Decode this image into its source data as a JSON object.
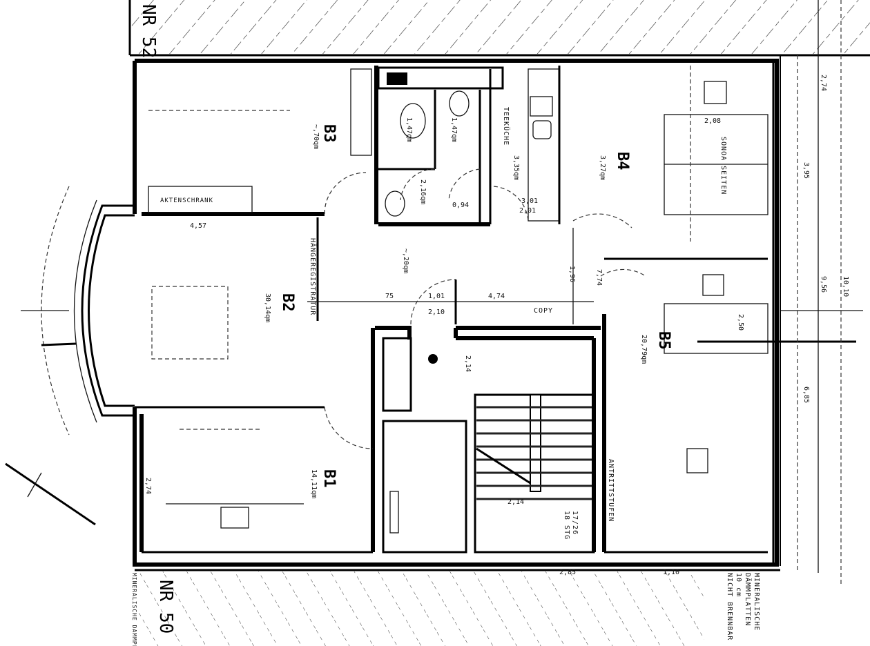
{
  "neighbors": {
    "top": "NR 52",
    "bottom": "NR 50"
  },
  "rooms": [
    {
      "id": "B1",
      "area": "14,11qm"
    },
    {
      "id": "B2",
      "area": "30,14qm"
    },
    {
      "id": "B3",
      "area": "~,70qm"
    },
    {
      "id": "B4",
      "area": "3,27qm"
    },
    {
      "id": "B5",
      "area": "20,79qm"
    }
  ],
  "small_rooms": {
    "wc1": "1,47qm",
    "wc2": "1,47qm",
    "hall": "2,16qm",
    "kitchen": "3,35qm",
    "corridor": "~,20qm"
  },
  "labels": {
    "kitchen": "TEEKÜCHE",
    "copy": "COPY",
    "cabinet": "AKTENSCHRANK",
    "seating": "SONOA SEITEN",
    "hanging": "HÄNGEREGISTRATUR",
    "stairs": "ANTRITTSTUFEN",
    "mineral_top": "MINERALISCHE DAMMPLATTEN",
    "mineral_right_1": "MINERALISCHE",
    "mineral_right_2": "DÄMMPLATTEN",
    "mineral_right_3": "10 cm",
    "mineral_right_4": "NICHT BRENNBAR",
    "step_count": "18 STG",
    "step_size": "17/26"
  },
  "dimensions": [
    "4,57",
    "4,74",
    "1,01",
    "2,10",
    "75",
    "3,95",
    "9,56",
    "10,10",
    "2,08",
    "2,74",
    "1,96",
    "7,74",
    "2,50",
    "2,14",
    "2,14",
    "0,94",
    "2,01",
    "3,01",
    "6,85",
    "2,85",
    "1,10",
    "2,74"
  ]
}
